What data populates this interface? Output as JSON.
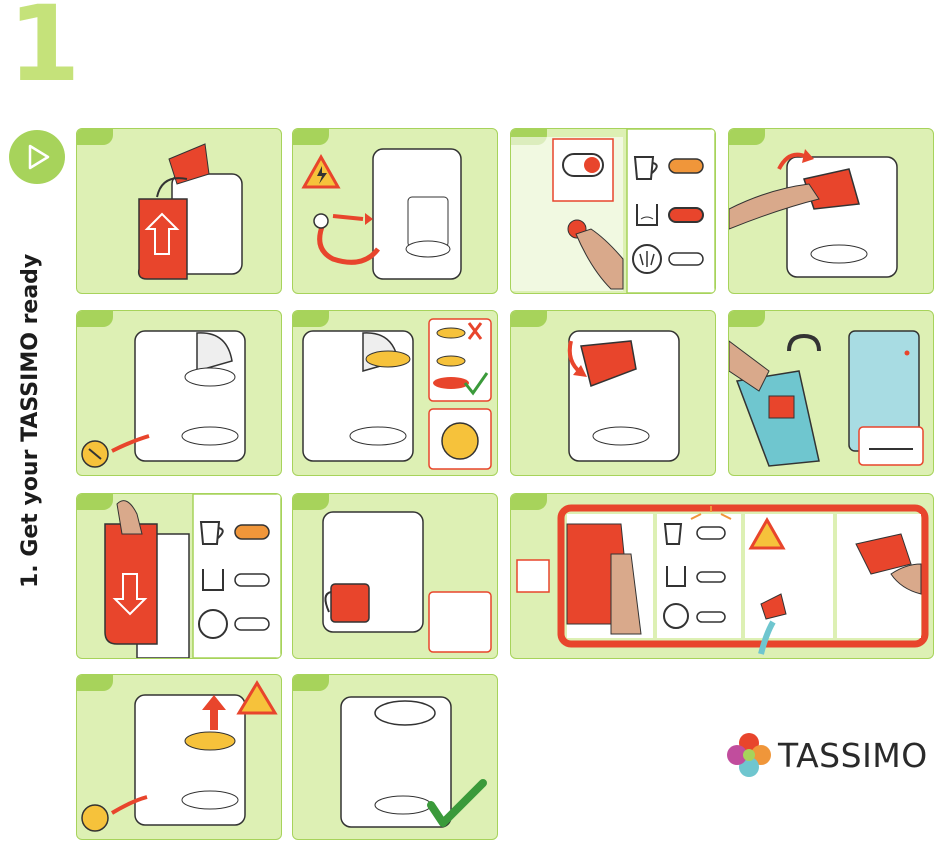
{
  "step_number": "1",
  "side_title": "1. Get your TASSIMO ready",
  "brand": {
    "name": "TASSIMO"
  },
  "colors": {
    "panel_bg": "#ddf0b4",
    "panel_border": "#a7d35b",
    "accent_red": "#e8452c",
    "accent_orange": "#f0963a",
    "green_check": "#3a9a3a"
  },
  "icons": [
    "play-icon",
    "electric-hazard-icon",
    "hot-surface-icon",
    "check-icon",
    "cup-icon",
    "water-tank-icon",
    "descale-icon",
    "disc-holder-icon",
    "power-button-icon"
  ]
}
